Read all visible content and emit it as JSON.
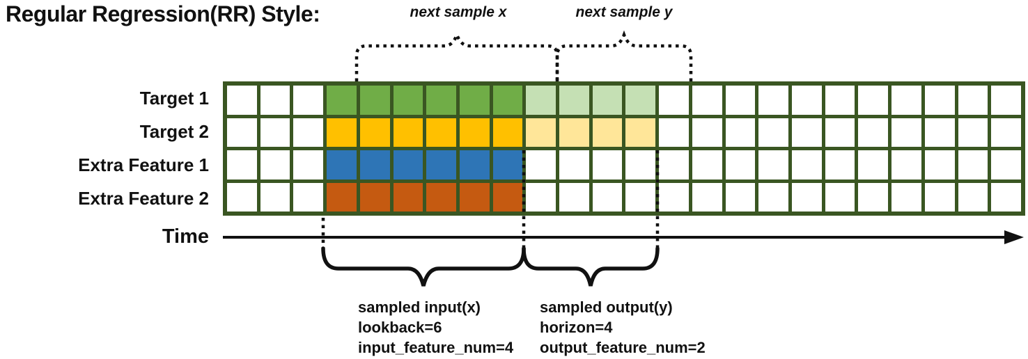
{
  "title": "Regular Regression(RR) Style:",
  "palette": {
    "ink": "#111111",
    "grid_border": "#3A5622",
    "cell_empty": "#FFFFFF"
  },
  "grid": {
    "columns_total": 24,
    "pattern": {
      "lead_empty": 3,
      "input_cols": 6,
      "output_cols": 4,
      "trail_empty": 11
    },
    "rows": [
      {
        "label": "Target 1",
        "input_color": "#70AD47",
        "output_color": "#C5E0B4",
        "has_output_shading": true
      },
      {
        "label": "Target 2",
        "input_color": "#FFC000",
        "output_color": "#FFE699",
        "has_output_shading": true
      },
      {
        "label": "Extra Feature 1",
        "input_color": "#2E75B6",
        "output_color": null,
        "has_output_shading": false
      },
      {
        "label": "Extra Feature 2",
        "input_color": "#C55A11",
        "output_color": null,
        "has_output_shading": false
      }
    ]
  },
  "axis": {
    "label": "Time"
  },
  "top_annotations": {
    "next_sample_x": "next sample x",
    "next_sample_y": "next sample y"
  },
  "bottom_annotations": {
    "input": {
      "lines": [
        "sampled input(x)",
        "lookback=6",
        "input_feature_num=4"
      ]
    },
    "output": {
      "lines": [
        "sampled output(y)",
        "horizon=4",
        "output_feature_num=2"
      ]
    }
  }
}
